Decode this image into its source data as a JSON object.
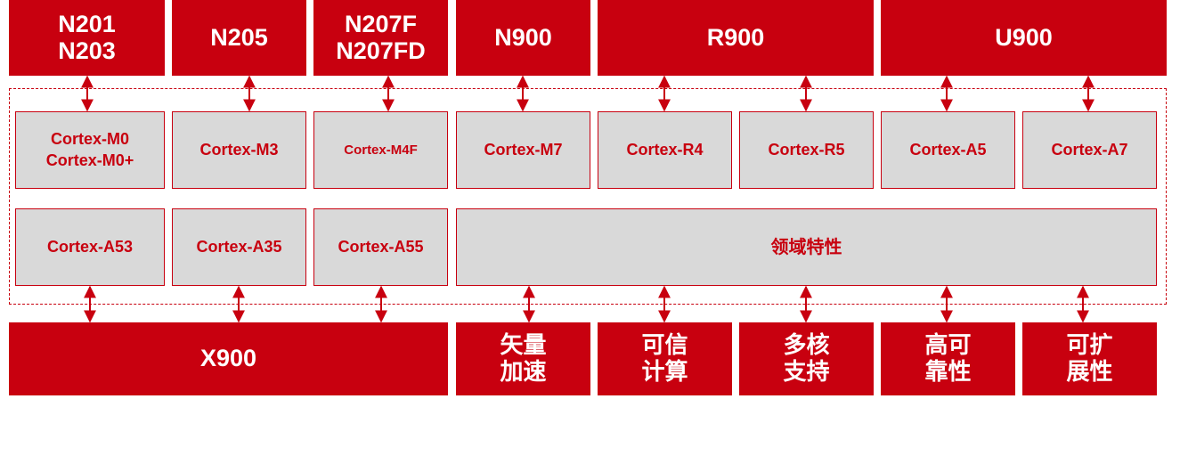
{
  "top_row": [
    {
      "id": "n201-n203",
      "label": "N201\nN203"
    },
    {
      "id": "n205",
      "label": "N205"
    },
    {
      "id": "n207f-n207fd",
      "label": "N207F\nN207FD"
    },
    {
      "id": "n900",
      "label": "N900"
    },
    {
      "id": "r900",
      "label": "R900"
    },
    {
      "id": "u900",
      "label": "U900"
    }
  ],
  "cores_row1": [
    {
      "id": "cortex-m0-m0plus",
      "label": "Cortex-M0\nCortex-M0+"
    },
    {
      "id": "cortex-m3",
      "label": "Cortex-M3"
    },
    {
      "id": "cortex-m4f",
      "label": "Cortex-M4F"
    },
    {
      "id": "cortex-m7",
      "label": "Cortex-M7"
    },
    {
      "id": "cortex-r4",
      "label": "Cortex-R4"
    },
    {
      "id": "cortex-r5",
      "label": "Cortex-R5"
    },
    {
      "id": "cortex-a5",
      "label": "Cortex-A5"
    },
    {
      "id": "cortex-a7",
      "label": "Cortex-A7"
    }
  ],
  "cores_row2": [
    {
      "id": "cortex-a53",
      "label": "Cortex-A53"
    },
    {
      "id": "cortex-a35",
      "label": "Cortex-A35"
    },
    {
      "id": "cortex-a55",
      "label": "Cortex-A55"
    },
    {
      "id": "domain-features",
      "label": "领域特性"
    }
  ],
  "bottom_row": [
    {
      "id": "x900",
      "label": "X900"
    },
    {
      "id": "vector-acceleration",
      "label": "矢量\n加速"
    },
    {
      "id": "trusted-computing",
      "label": "可信\n计算"
    },
    {
      "id": "multicore-support",
      "label": "多核\n支持"
    },
    {
      "id": "high-reliability",
      "label": "高可\n靠性"
    },
    {
      "id": "scalability",
      "label": "可扩\n展性"
    }
  ],
  "colors": {
    "accent": "#c8000f",
    "core_fill": "#d9d9d9",
    "text_light": "#ffffff"
  }
}
